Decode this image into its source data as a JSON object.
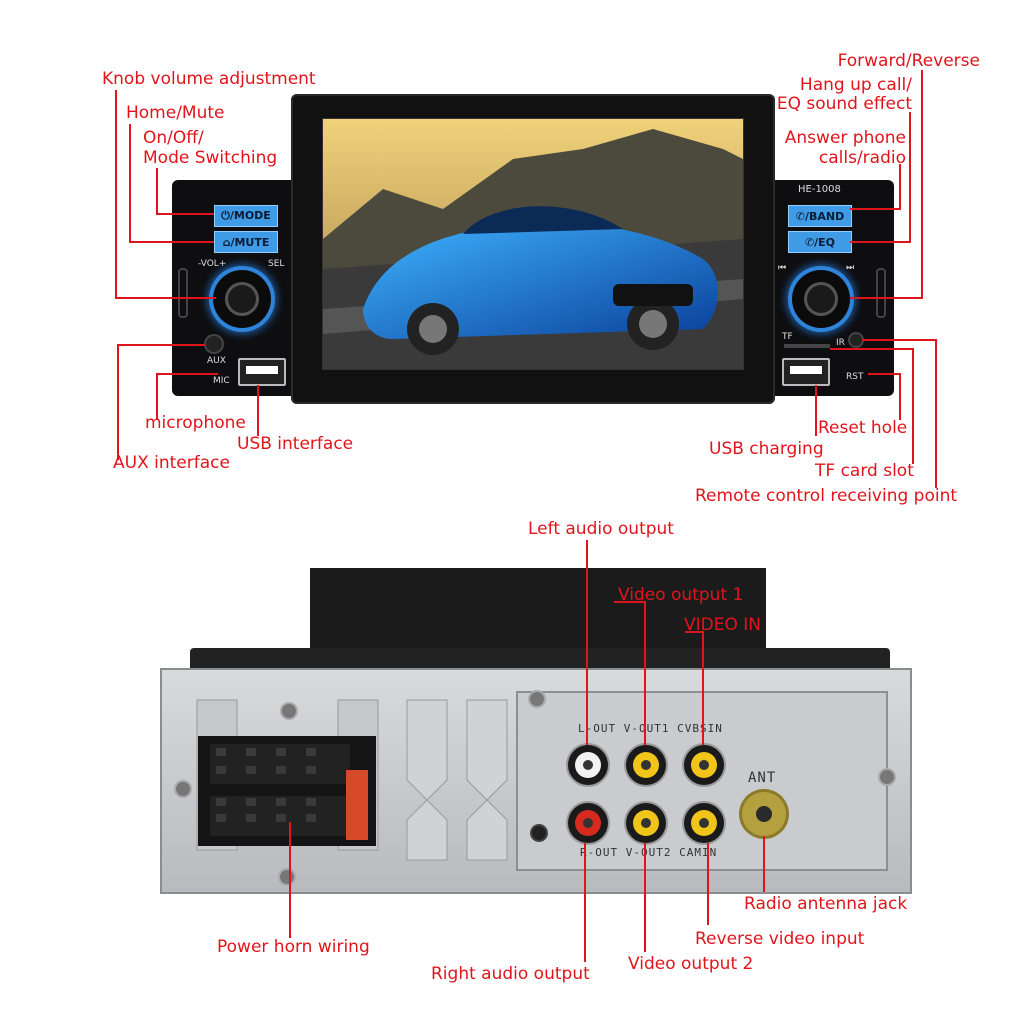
{
  "front": {
    "model": "HE-1008",
    "buttons": {
      "mode": "⏻/MODE",
      "mute": "⌂/MUTE",
      "band": "✆/BAND",
      "eq": "✆/EQ"
    },
    "markings": {
      "vol": "-VOL+",
      "sel": "SEL",
      "aux": "AUX",
      "mic": "MIC",
      "tf": "TF",
      "ir": "IR",
      "rst": "RST",
      "prev": "⏮",
      "next": "⏭"
    }
  },
  "labels": {
    "knob_volume": "Knob volume adjustment",
    "home_mute": "Home/Mute",
    "onoff_1": "On/Off/",
    "onoff_2": "Mode Switching",
    "forward_reverse": "Forward/Reverse",
    "hangup_1": "Hang up call/",
    "hangup_2": "EQ sound effect",
    "answer_1": "Answer phone",
    "answer_2": "calls/radio",
    "microphone": "microphone",
    "usb_interface": "USB interface",
    "aux_interface": "AUX interface",
    "reset_hole": "Reset hole",
    "usb_charging": "USB charging",
    "tf_card": "TF card slot",
    "remote": "Remote control receiving point",
    "left_audio": "Left audio output",
    "video_out_1": "Video output 1",
    "video_in": "VIDEO IN",
    "radio_antenna": "Radio antenna jack",
    "power_horn": "Power horn wiring",
    "reverse_video": "Reverse video input",
    "right_audio": "Right audio output",
    "video_out_2": "Video output 2"
  },
  "back": {
    "top_row_text": "L-OUT  V-OUT1  CVBSIN",
    "bottom_row_text": "R-OUT  V-OUT2  CAMIN",
    "ant_text": "ANT"
  },
  "colors": {
    "label": "#e0151c",
    "button": "#3f9be6",
    "rca_white": "#f2f2f2",
    "rca_red": "#d62a1f",
    "rca_yellow": "#f0c419"
  }
}
